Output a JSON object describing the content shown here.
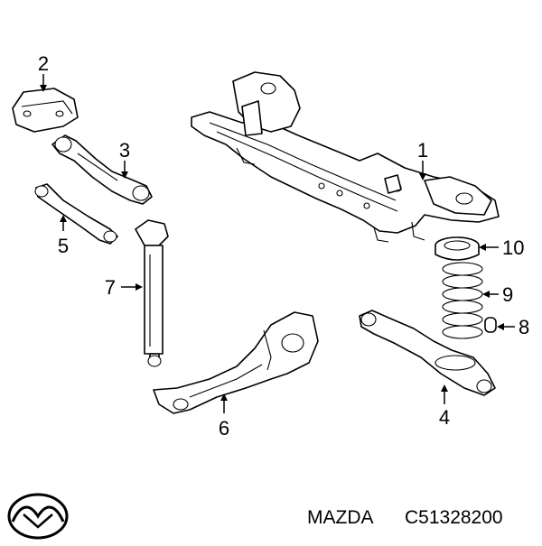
{
  "diagram": {
    "callouts": [
      "1",
      "2",
      "3",
      "4",
      "5",
      "6",
      "7",
      "8",
      "9",
      "10"
    ]
  },
  "footer": {
    "brand": "MAZDA",
    "part_number": "C51328200",
    "logo_icon": "mazda-logo-icon"
  }
}
